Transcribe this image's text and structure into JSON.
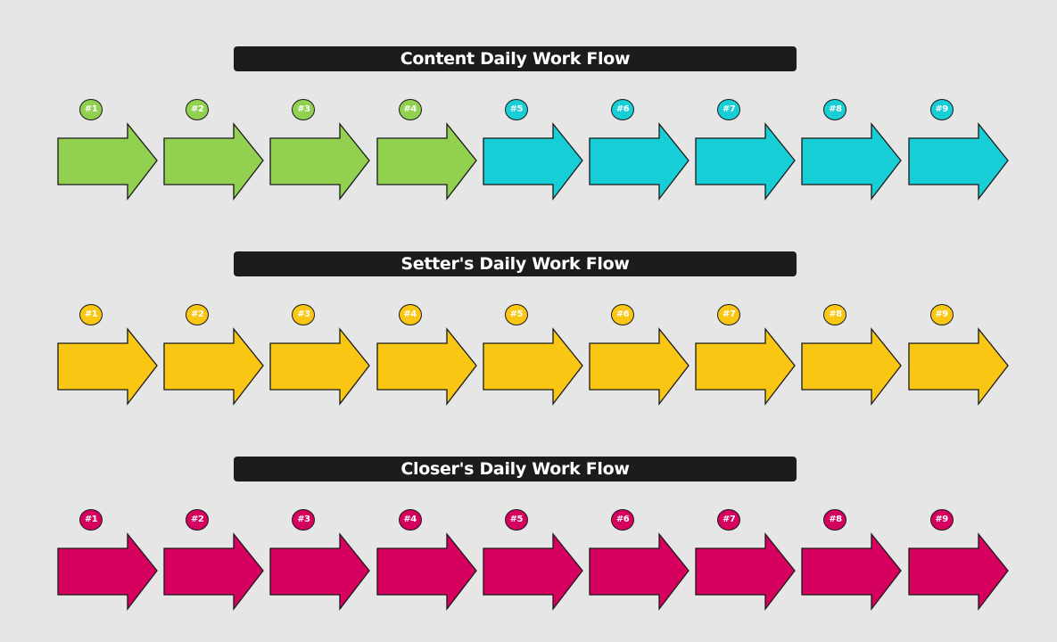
{
  "colors": {
    "green": "#92d050",
    "cyan": "#17cdd6",
    "yellow": "#f9c614",
    "magenta": "#d6005e",
    "title_bar": "#1c1c1c",
    "background": "#e6e6e6"
  },
  "sections": [
    {
      "title": "Content Daily Work Flow",
      "steps": [
        {
          "label": "#1",
          "color": "green"
        },
        {
          "label": "#2",
          "color": "green"
        },
        {
          "label": "#3",
          "color": "green"
        },
        {
          "label": "#4",
          "color": "green"
        },
        {
          "label": "#5",
          "color": "cyan"
        },
        {
          "label": "#6",
          "color": "cyan"
        },
        {
          "label": "#7",
          "color": "cyan"
        },
        {
          "label": "#8",
          "color": "cyan"
        },
        {
          "label": "#9",
          "color": "cyan"
        }
      ]
    },
    {
      "title": "Setter's Daily Work Flow",
      "steps": [
        {
          "label": "#1",
          "color": "yellow"
        },
        {
          "label": "#2",
          "color": "yellow"
        },
        {
          "label": "#3",
          "color": "yellow"
        },
        {
          "label": "#4",
          "color": "yellow"
        },
        {
          "label": "#5",
          "color": "yellow"
        },
        {
          "label": "#6",
          "color": "yellow"
        },
        {
          "label": "#7",
          "color": "yellow"
        },
        {
          "label": "#8",
          "color": "yellow"
        },
        {
          "label": "#9",
          "color": "yellow"
        }
      ]
    },
    {
      "title": "Closer's Daily Work Flow",
      "steps": [
        {
          "label": "#1",
          "color": "magenta"
        },
        {
          "label": "#2",
          "color": "magenta"
        },
        {
          "label": "#3",
          "color": "magenta"
        },
        {
          "label": "#4",
          "color": "magenta"
        },
        {
          "label": "#5",
          "color": "magenta"
        },
        {
          "label": "#6",
          "color": "magenta"
        },
        {
          "label": "#7",
          "color": "magenta"
        },
        {
          "label": "#8",
          "color": "magenta"
        },
        {
          "label": "#9",
          "color": "magenta"
        }
      ]
    }
  ]
}
